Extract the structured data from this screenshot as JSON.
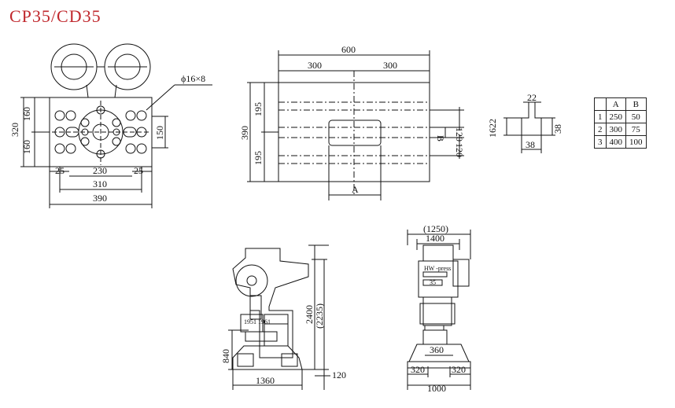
{
  "title": "CP35/CD35",
  "top_view": {
    "hole_label": "ϕ16×8",
    "dims": {
      "h320": "320",
      "h160a": "160",
      "h160b": "160",
      "h150": "150",
      "w25a": "25",
      "w230": "230",
      "w25b": "25",
      "w310": "310",
      "w390": "390"
    }
  },
  "table_view": {
    "dims": {
      "w600": "600",
      "w300a": "300",
      "w300b": "300",
      "h390": "390",
      "h195a": "195",
      "h195b": "195",
      "h120a": "120",
      "h120b": "120",
      "label_a": "A",
      "label_b": "B"
    }
  },
  "slot_view": {
    "dims": {
      "w22": "22",
      "h1622": "1622",
      "h38": "38",
      "w38": "38"
    }
  },
  "ab_table": {
    "headers": [
      "",
      "A",
      "B"
    ],
    "rows": [
      [
        "1",
        "250",
        "50"
      ],
      [
        "2",
        "300",
        "75"
      ],
      [
        "3",
        "400",
        "100"
      ]
    ]
  },
  "side_view": {
    "dims": {
      "h2400": "2400",
      "h2235": "(2235)",
      "h840": "840",
      "w1360": "1360",
      "h120": "120"
    },
    "plate_text": "1951 1961"
  },
  "front_view": {
    "dims": {
      "w1250": "(1250)",
      "w1400": "1400",
      "w360": "360",
      "w320a": "320",
      "w320b": "320",
      "w1000": "1000"
    },
    "nameplate": "HW -press",
    "badge": "35"
  }
}
